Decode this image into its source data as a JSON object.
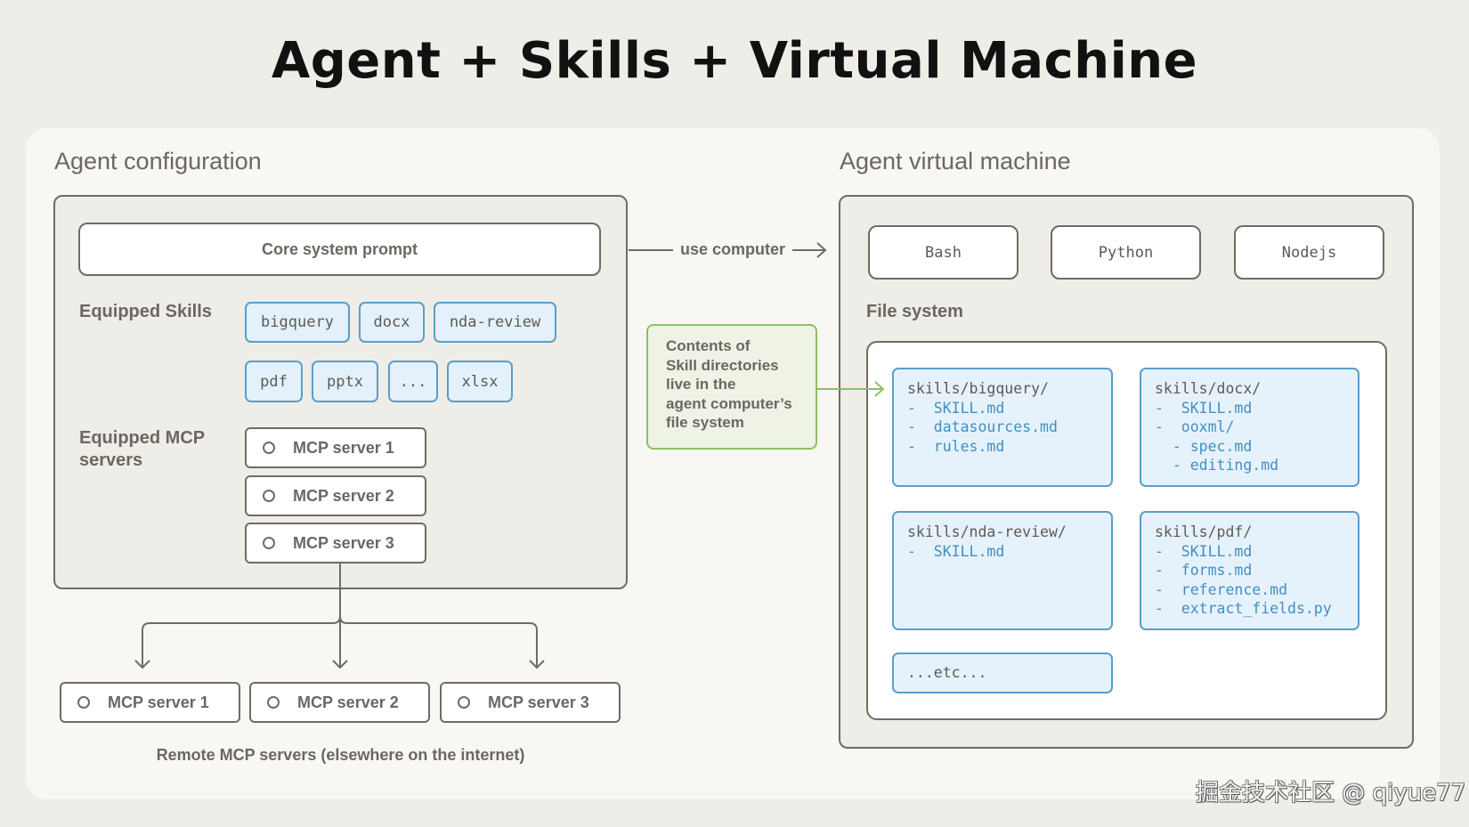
{
  "title": "Agent + Skills + Virtual Machine",
  "colors": {
    "background": "#efede7",
    "panel": "#f8f7f3",
    "frame_border": "#6f6b66",
    "skill_blue_border": "#5b9ec9",
    "skill_blue_fill": "#e4f1fa",
    "file_text_blue": "#3f8fc6",
    "note_green_border": "#8dc063",
    "note_green_fill": "#eef3e6"
  },
  "agent_config": {
    "section_title": "Agent configuration",
    "core_prompt": "Core system prompt",
    "skills_label": "Equipped Skills",
    "skills_row1": [
      "bigquery",
      "docx",
      "nda-review"
    ],
    "skills_row2": [
      "pdf",
      "pptx",
      "...",
      "xlsx"
    ],
    "mcp_label_line1": "Equipped MCP",
    "mcp_label_line2": "servers",
    "mcp_servers": [
      "MCP server 1",
      "MCP server 2",
      "MCP server 3"
    ]
  },
  "connector": {
    "use_computer": "use computer",
    "note_lines": [
      "Contents of",
      "Skill directories",
      "live in the",
      "agent computer’s",
      "file system"
    ]
  },
  "remote": {
    "servers": [
      "MCP server 1",
      "MCP server 2",
      "MCP server 3"
    ],
    "caption": "Remote MCP servers (elsewhere on the internet)"
  },
  "vm": {
    "section_title": "Agent virtual machine",
    "runtimes": [
      "Bash",
      "Python",
      "Nodejs"
    ],
    "fs_label": "File system",
    "cards": [
      {
        "dir": "skills/bigquery/",
        "files": [
          "-  SKILL.md",
          "-  datasources.md",
          "-  rules.md"
        ]
      },
      {
        "dir": "skills/docx/",
        "files": [
          "-  SKILL.md",
          "-  ooxml/",
          "  - spec.md",
          "  - editing.md"
        ]
      },
      {
        "dir": "skills/nda-review/",
        "files": [
          "-  SKILL.md"
        ]
      },
      {
        "dir": "skills/pdf/",
        "files": [
          "-  SKILL.md",
          "-  forms.md",
          "-  reference.md",
          "-  extract_fields.py"
        ]
      }
    ],
    "etc": "...etc..."
  },
  "watermark": "掘金技术社区 @ qiyue77"
}
